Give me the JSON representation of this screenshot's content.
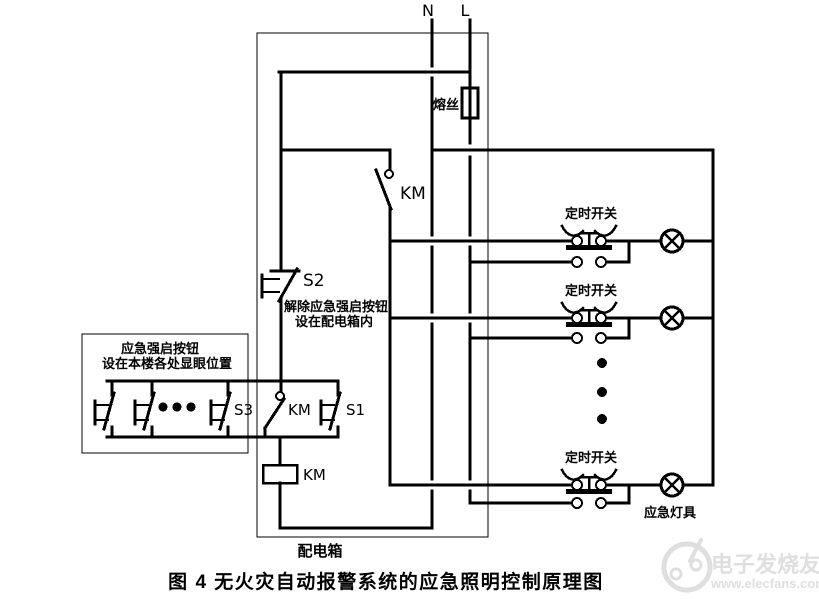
{
  "diagram": {
    "neutral_label": "N",
    "live_label": "L",
    "fuse_label": "熔丝",
    "km_label": "KM",
    "s1_label": "S1",
    "s2_label": "S2",
    "s3_label": "S3",
    "timer_switch_label": "定时开关",
    "emergency_buttons_note": {
      "line1": "应急强启按钮",
      "line2": "设在本楼各处显眼位置"
    },
    "release_button_note": {
      "line1": "解除应急强启按钮",
      "line2": "设在配电箱内"
    },
    "lamp_fixtures_label": "应急灯具",
    "panel_label": "配电箱",
    "caption": "图 4  无火灾自动报警系统的应急照明控制原理图"
  },
  "watermark": {
    "brand": "电子发烧友",
    "site": "www.elecfans.com"
  },
  "colors": {
    "line": "#000000",
    "background": "#ffffff",
    "watermark": "#dfdfdf"
  }
}
